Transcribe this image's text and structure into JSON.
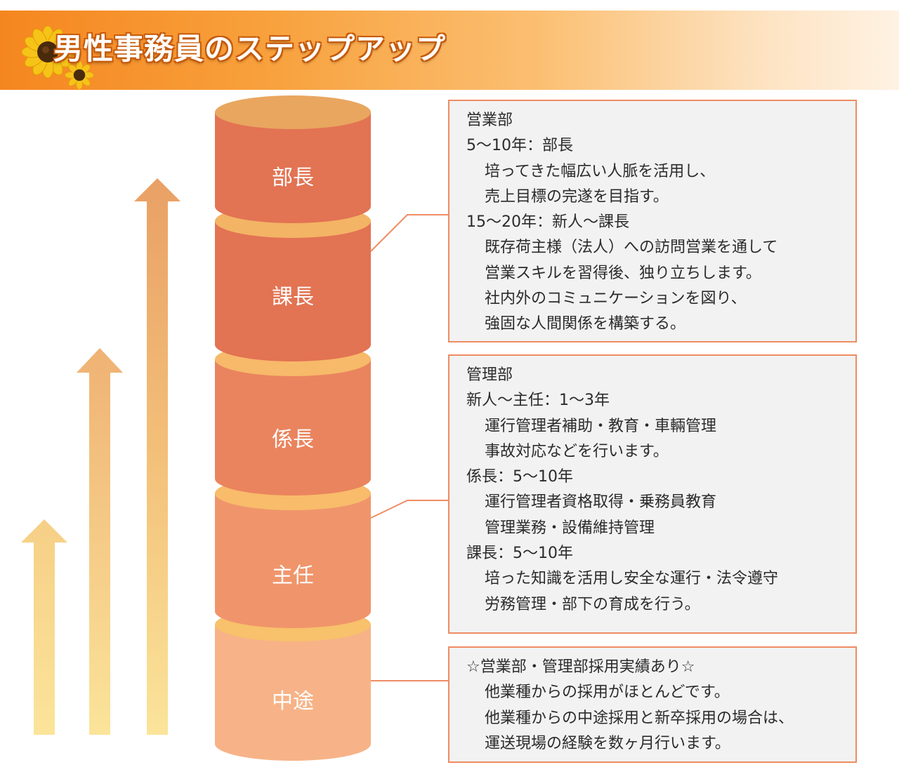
{
  "header": {
    "title": "男性事務員のステップアップ"
  },
  "colors": {
    "banner_start": "#f5861f",
    "bucho": "#e27353",
    "kacho": "#e27353",
    "kakaricho": "#ea845e",
    "shunin": "#f0956b",
    "chuto": "#f7b387",
    "divider": "#f8bc6a",
    "box_border": "#ee8c63",
    "box_fill": "#f2f2f2"
  },
  "stack": {
    "segments": [
      "部長",
      "課長",
      "係長",
      "主任",
      "中途"
    ]
  },
  "sales_box": {
    "lines": [
      "営業部",
      "5～10年：部長",
      "培ってきた幅広い人脈を活用し、",
      "売上目標の完遂を目指す。",
      "15～20年：新人～課長",
      "既存荷主様（法人）への訪問営業を通して",
      "営業スキルを習得後、独り立ちします。",
      "社内外のコミュニケーションを図り、",
      "強固な人間関係を構築する。"
    ]
  },
  "admin_box": {
    "lines": [
      "管理部",
      "新人～主任：1～3年",
      "運行管理者補助・教育・車輛管理",
      "事故対応などを行います。",
      "係長：5～10年",
      "運行管理者資格取得・乗務員教育",
      "管理業務・設備維持管理",
      "課長：5～10年",
      "培った知識を活用し安全な運行・法令遵守",
      "労務管理・部下の育成を行う。"
    ]
  },
  "midcareer_box": {
    "lines": [
      "☆営業部・管理部採用実績あり☆",
      "他業種からの採用がほとんどです。",
      "他業種からの中途採用と新卒採用の場合は、",
      "運送現場の経験を数ヶ月行います。"
    ]
  }
}
